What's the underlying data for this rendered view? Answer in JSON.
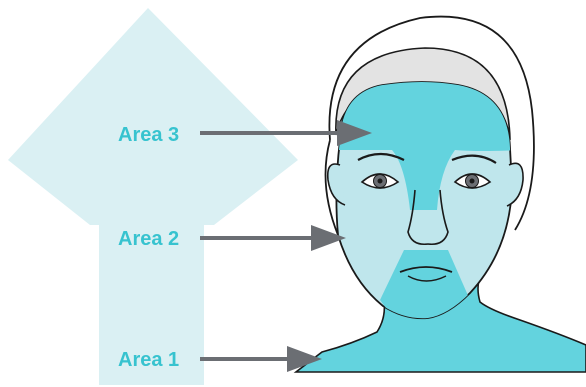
{
  "colors": {
    "up_arrow": "#daf0f3",
    "skin_light": "#bfe6ec",
    "skin_dark": "#63d3de",
    "label": "#37c3cf",
    "pointer": "#6b6e73",
    "outline": "#1a1a1a",
    "hair_band": "#e3e3e3",
    "eye_iris": "#6b6e73"
  },
  "icons": {
    "up_arrow": "up-arrow-icon",
    "pointer": "right-arrow-icon",
    "figure": "face-illustration"
  },
  "areas": [
    {
      "id": "area-1",
      "label": "Area 1"
    },
    {
      "id": "area-2",
      "label": "Area 2"
    },
    {
      "id": "area-3",
      "label": "Area 3"
    }
  ]
}
